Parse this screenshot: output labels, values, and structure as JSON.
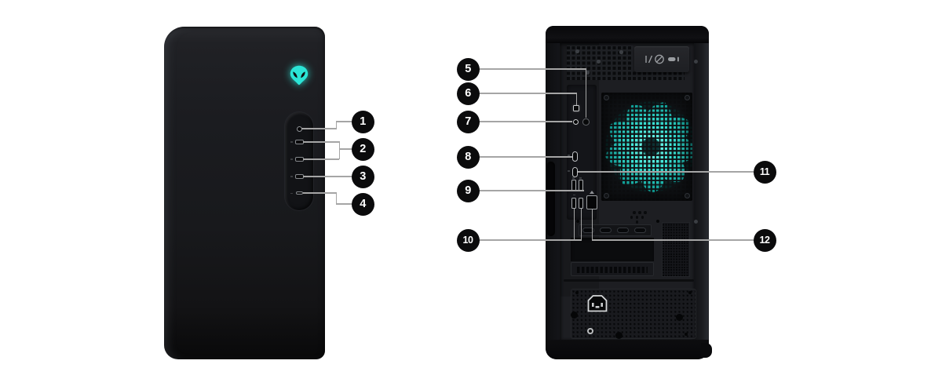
{
  "callouts": {
    "c1": {
      "number": "1"
    },
    "c2": {
      "number": "2"
    },
    "c3": {
      "number": "3"
    },
    "c4": {
      "number": "4"
    },
    "c5": {
      "number": "5"
    },
    "c6": {
      "number": "6"
    },
    "c7": {
      "number": "7"
    },
    "c8": {
      "number": "8"
    },
    "c9": {
      "number": "9"
    },
    "c10": {
      "number": "10"
    },
    "c11": {
      "number": "11"
    },
    "c12": {
      "number": "12"
    }
  },
  "colors": {
    "canvas": "#ffffff",
    "accent": "#2be4d6",
    "fan-glow": "#2fe3d4",
    "callout-bg": "#0b0b0c",
    "callout-text": "#ffffff",
    "line": "#a5a5a5"
  }
}
